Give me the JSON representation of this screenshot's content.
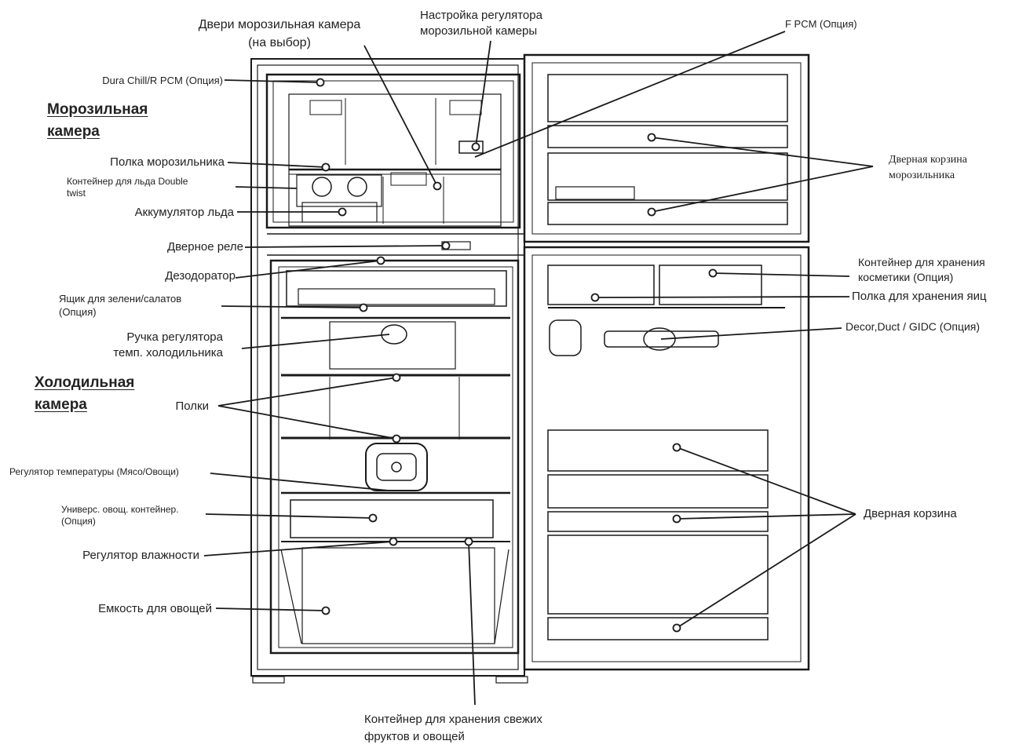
{
  "sections": {
    "freezer": [
      "Морозильная",
      "камера"
    ],
    "fridge": [
      "Холодильная",
      "камера"
    ]
  },
  "labels": {
    "freezer_door": [
      "Двери морозильная камера",
      "(на выбор)"
    ],
    "freezer_regulator": [
      "Настройка регулятора",
      "морозильной камеры"
    ],
    "f_pcm": "F PCM (Опция)",
    "dura_chill": "Dura Chill/R PCM (Опция)",
    "freezer_shelf": "Полка морозильника",
    "ice_twist": [
      "Контейнер для льда Double",
      "twist"
    ],
    "ice_bank": "Аккумулятор льда",
    "door_switch": "Дверное реле",
    "deodorizer": "Дезодоратор",
    "salad_box": [
      "Ящик для зелени/салатов",
      "(Опция)"
    ],
    "fridge_knob": [
      "Ручка регулятора",
      "темп. холодильника"
    ],
    "shelves": "Полки",
    "meat_veg": "Регулятор температуры (Мясо/Овощи)",
    "universal_veg": [
      "Универс. овощ. контейнер.",
      "(Опция)"
    ],
    "humidity": "Регулятор влажности",
    "veg_bin": "Емкость для овощей",
    "fresh_fruit": [
      "Контейнер для хранения свежих",
      "фруктов и овощей"
    ],
    "freezer_basket": [
      "Дверная корзина",
      "морозильника"
    ],
    "cosmetics": [
      "Контейнер для хранения",
      "косметики (Опция)"
    ],
    "egg_shelf": "Полка для хранения яиц",
    "decor": "Decor,Duct / GIDC (Опция)",
    "door_basket": "Дверная корзина"
  },
  "colors": {
    "ink": "#222222",
    "line": "#1a1a1a",
    "fill": "#ffffff"
  }
}
